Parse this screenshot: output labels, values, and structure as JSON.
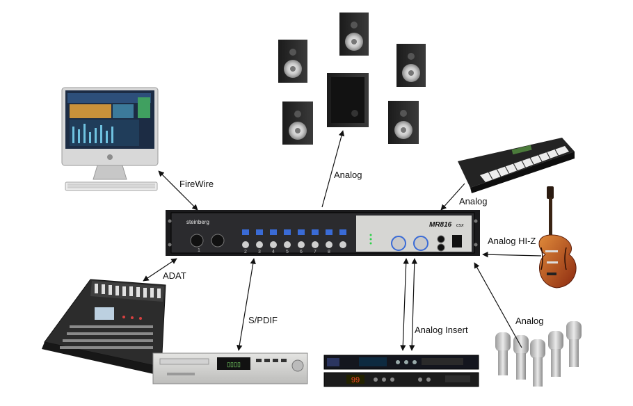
{
  "hub": {
    "brand": "steinberg",
    "model": "MR816",
    "model_suffix": "csx",
    "channels": [
      "1",
      "2",
      "3",
      "4",
      "5",
      "6",
      "7",
      "8"
    ]
  },
  "connections": {
    "firewire": "FireWire",
    "analog_speakers": "Analog",
    "analog_keyboard": "Analog",
    "analog_hiz": "Analog HI-Z",
    "adat": "ADAT",
    "spdif": "S/PDIF",
    "analog_insert": "Analog Insert",
    "analog_mics": "Analog"
  },
  "rack_units": {
    "cd_display": "▯▯▯▯",
    "effects_display": "99"
  },
  "colors": {
    "arrow": "#111111",
    "hub_panel": "#2a2a2c",
    "hub_face": "#d9d9d6",
    "knob_blue": "#3a6bd6",
    "guitar_body": "#b5431c"
  }
}
